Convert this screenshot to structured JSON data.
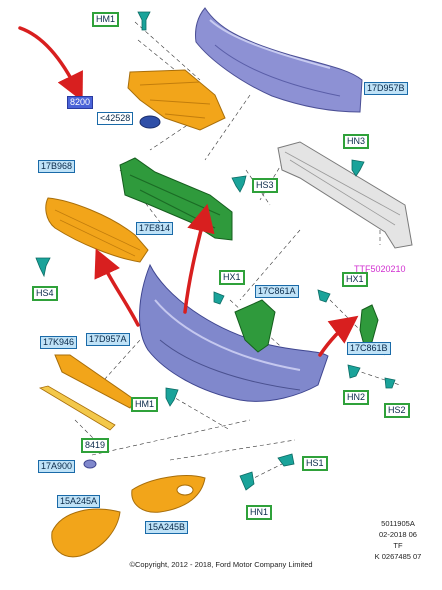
{
  "colors": {
    "orange": "#f2a51a",
    "purple": "#7d82c9",
    "green": "#2f9a3c",
    "grey": "#d9d9d9",
    "teal": "#1aa39a",
    "red_arrow": "#d81f1f",
    "callout_fill": "#bfe2f7",
    "callout_border": "#1a6aa8"
  },
  "callouts": {
    "hm1_top": "HM1",
    "ref_8200": "8200",
    "ref_42528": "<42528",
    "ref_17d957b": "17D957B",
    "ref_17b968": "17B968",
    "ref_17e814": "17E814",
    "hs3": "HS3",
    "hn3": "HN3",
    "ref_ttf": "TTF5020210",
    "hs4": "HS4",
    "hx1_left": "HX1",
    "ref_17c861a": "17C861A",
    "hx1_right": "HX1",
    "ref_17d957a": "17D957A",
    "ref_17k946": "17K946",
    "ref_17c861b": "17C861B",
    "hm1_bottom": "HM1",
    "hn2": "HN2",
    "hs2": "HS2",
    "ref_8419": "8419",
    "ref_17a900": "17A900",
    "hs1": "HS1",
    "ref_15a245a": "15A245A",
    "ref_15a245b": "15A245B",
    "hn1": "HN1"
  },
  "document_code": {
    "line1": "5011905A",
    "line2": "02-2018 06",
    "line3": "TF",
    "line4": "K 0267485 07"
  },
  "copyright": "©Copyright, 2012 - 2018, Ford Motor Company Limited"
}
